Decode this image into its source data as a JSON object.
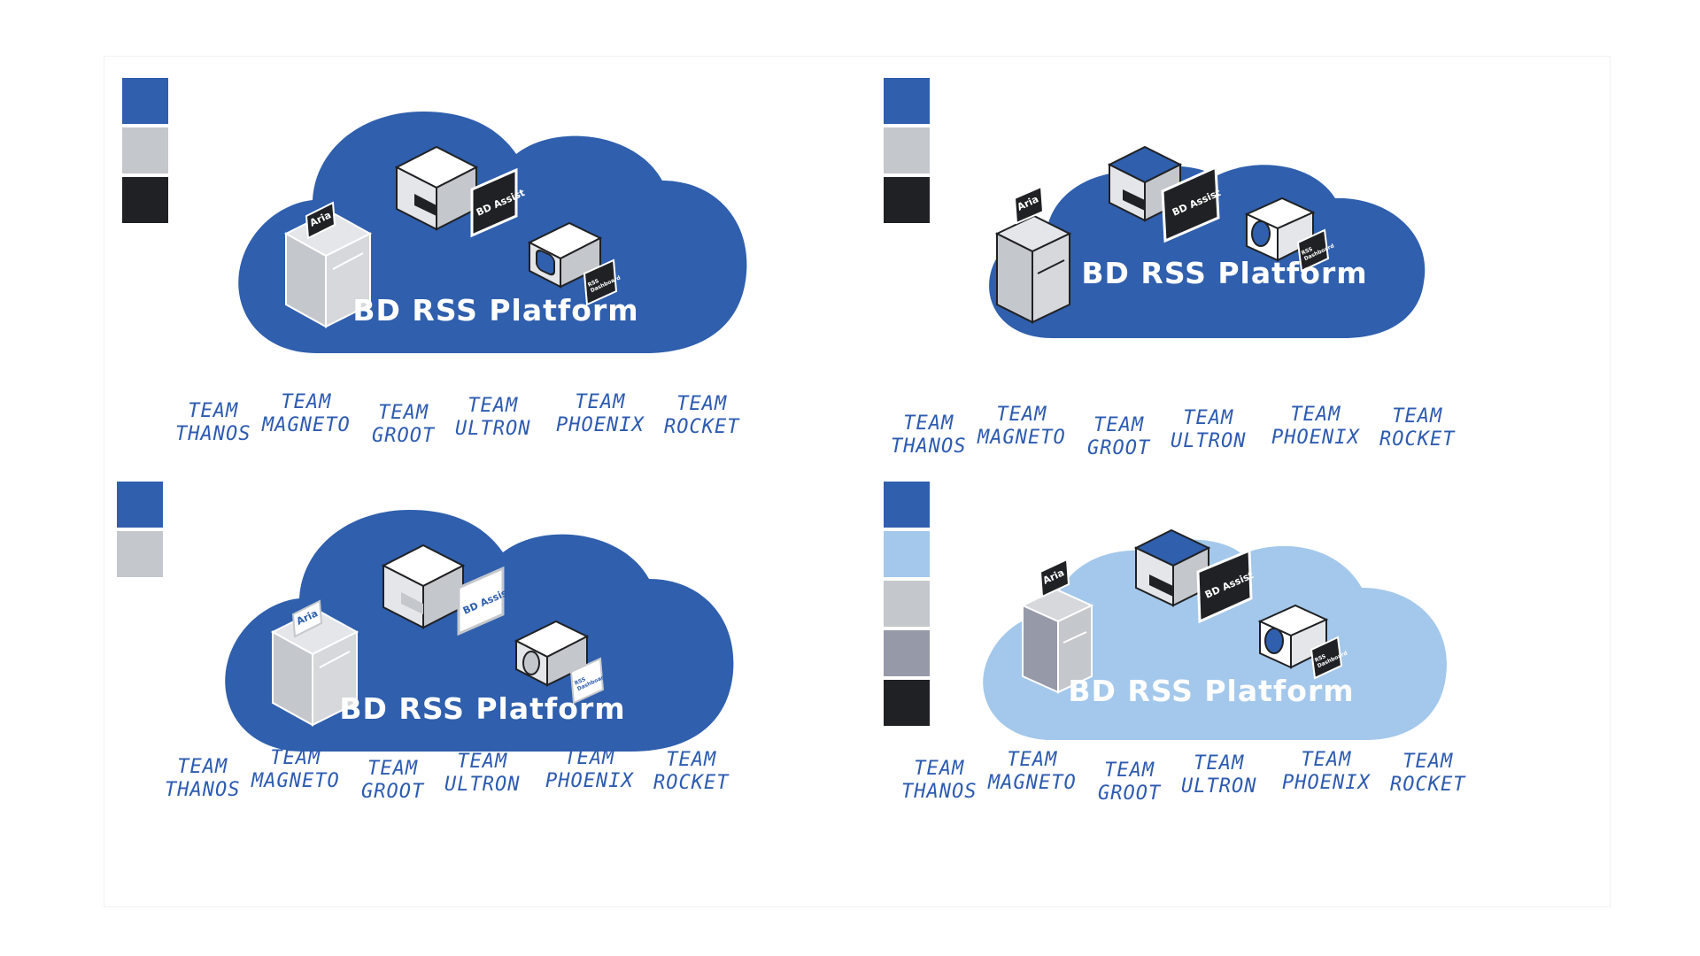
{
  "platform": {
    "title": "BD RSS Platform"
  },
  "devices": {
    "aria": "Aria",
    "assist": "BD Assist",
    "dashboard_line1": "RSS",
    "dashboard_line2": "Dashboard"
  },
  "teams": [
    {
      "line1": "TEAM",
      "line2": "THANOS"
    },
    {
      "line1": "TEAM",
      "line2": "MAGNETO"
    },
    {
      "line1": "TEAM",
      "line2": "GROOT"
    },
    {
      "line1": "TEAM",
      "line2": "ULTRON"
    },
    {
      "line1": "TEAM",
      "line2": "PHOENIX"
    },
    {
      "line1": "TEAM",
      "line2": "ROCKET"
    }
  ],
  "variants": [
    {
      "id": "a",
      "cloud": "#2f5fad",
      "text": "#ffffff",
      "palette": [
        "#2f5fad",
        "#c4c7cc",
        "#202124"
      ]
    },
    {
      "id": "b",
      "cloud": "#2f5fad",
      "text": "#ffffff",
      "palette": [
        "#2f5fad",
        "#c4c7cc",
        "#202124"
      ]
    },
    {
      "id": "c",
      "cloud": "#2f5fad",
      "text": "#ffffff",
      "palette": [
        "#2f5fad",
        "#c4c7cc"
      ]
    },
    {
      "id": "d",
      "cloud": "#a4c8eb",
      "text": "#ffffff",
      "palette": [
        "#2f5fad",
        "#a4c8eb",
        "#c4c7cc",
        "#9699a8",
        "#202124"
      ]
    }
  ]
}
